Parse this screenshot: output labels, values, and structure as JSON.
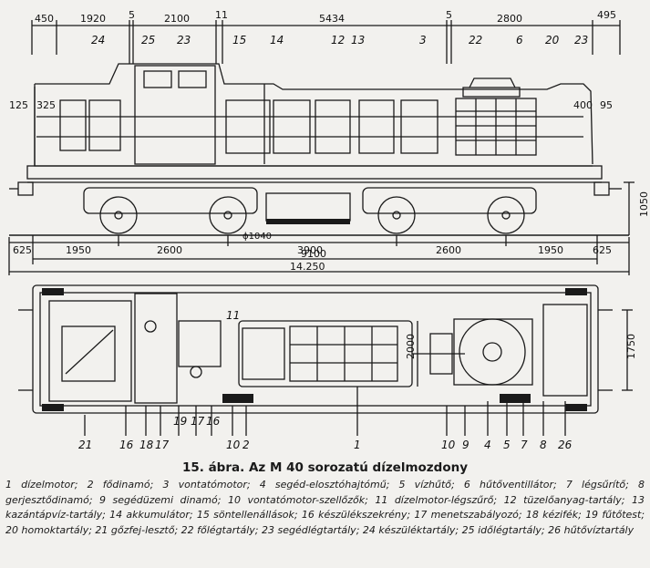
{
  "side_view": {
    "top_dimensions": [
      "450",
      "1920",
      "5",
      "2100",
      "11",
      "5434",
      "5",
      "2800",
      "495"
    ],
    "part_numbers": [
      "24",
      "25",
      "23",
      "15",
      "14",
      "12",
      "13",
      "3",
      "22",
      "6",
      "20",
      "23"
    ],
    "left_dimensions": [
      "125",
      "325"
    ],
    "right_dimensions": [
      "400",
      "95"
    ],
    "height_dimension": "1050",
    "wheel_diameter": "ϕ1040",
    "bottom_dimensions_row1": [
      "625",
      "1950",
      "2600",
      "3900",
      "2600",
      "1950",
      "625"
    ],
    "total_wheelbase": "9100",
    "total_length": "14.250"
  },
  "plan_view": {
    "number_11": "11",
    "width_label": "2000",
    "right_dimension": "1750",
    "bottom_numbers": [
      "21",
      "16",
      "18",
      "17",
      "19",
      "17",
      "16",
      "10",
      "2",
      "1",
      "10",
      "9",
      "4",
      "5",
      "7",
      "8",
      "26"
    ]
  },
  "caption": "15. ábra. Az M 40 sorozatú dízelmozdony",
  "legend": [
    "1 dízelmotor;",
    "2 fődinamó;",
    "3 vontatómotor;",
    "4 segéd-elosztóhajtómű;",
    "5 vízhűtő;",
    "6 hűtőventillátor;",
    "7 légsűrítő;",
    "8 gerjesztődinamó;",
    "9 segédüzemi dinamó;",
    "10 vontatómotor-szellőzők;",
    "11 dízelmotor-légszűrő;",
    "12 tüzelőanyag-tartály;",
    "13 kazántápvíz-tartály;",
    "14 akkumulátor;",
    "15 söntellenállások;",
    "16 készülékszekrény;",
    "17 menetszabályozó;",
    "18 kézifék;",
    "19 fűtőtest;",
    "20 homoktartály;",
    "21 gőzfej-lesztő;",
    "22 főlégtartály;",
    "23 segédlégtartály;",
    "24 készüléktartály;",
    "25 időlégtartály;",
    "26 hűtővíztartály"
  ]
}
